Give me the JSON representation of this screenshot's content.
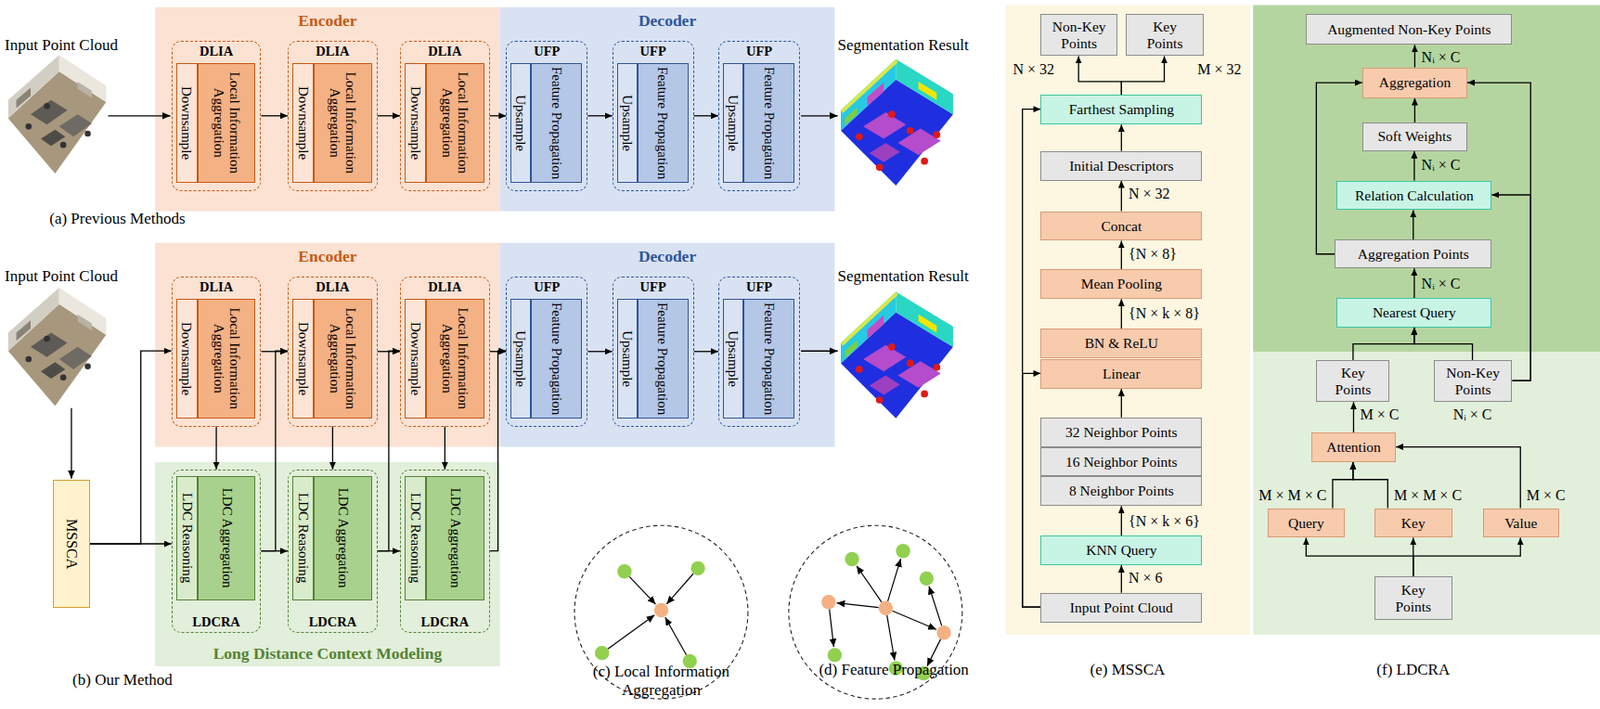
{
  "diagram": {
    "nodes": [
      {
        "text": [
          "Encoder"
        ]
      },
      {
        "text": [
          "DLIA"
        ],
        "in": 0
      },
      {
        "text": [
          "Downsample"
        ],
        "in": 1
      },
      {
        "text": [
          "Local Information Aggregation"
        ],
        "in": 1
      },
      {
        "text": [
          "DLIA"
        ],
        "in": 0
      },
      {
        "text": [
          "Downsample"
        ],
        "in": 4
      },
      {
        "text": [
          "Local Information Aggregation"
        ],
        "in": 4
      },
      {
        "text": [
          "DLIA"
        ],
        "in": 0
      },
      {
        "text": [
          "Downsample"
        ],
        "in": 7
      },
      {
        "text": [
          "Local Information Aggregation"
        ],
        "in": 7
      },
      {
        "text": [
          "Decoder"
        ]
      },
      {
        "text": [
          "UFP"
        ],
        "in": 10
      },
      {
        "text": [
          "Upsample"
        ],
        "in": 11
      },
      {
        "text": [
          "Feature Propagation"
        ],
        "in": 11
      },
      {
        "text": [
          "UFP"
        ],
        "in": 10
      },
      {
        "text": [
          "Upsample"
        ],
        "in": 14
      },
      {
        "text": [
          "Feature Propagation"
        ],
        "in": 14
      },
      {
        "text": [
          "UFP"
        ],
        "in": 10
      },
      {
        "text": [
          "Upsample"
        ],
        "in": 17
      },
      {
        "text": [
          "Feature Propagation"
        ],
        "in": 17
      },
      {
        "text": [
          "Encoder"
        ]
      },
      {
        "text": [
          "DLIA"
        ],
        "in": 20
      },
      {
        "text": [
          "Downsample"
        ],
        "in": 21
      },
      {
        "text": [
          "Local Information Aggregation"
        ],
        "in": 21
      },
      {
        "text": [
          "DLIA"
        ],
        "in": 20
      },
      {
        "text": [
          "Downsample"
        ],
        "in": 24
      },
      {
        "text": [
          "Local Information Aggregation"
        ],
        "in": 24
      },
      {
        "text": [
          "DLIA"
        ],
        "in": 20
      },
      {
        "text": [
          "Downsample"
        ],
        "in": 27
      },
      {
        "text": [
          "Local Information Aggregation"
        ],
        "in": 27
      },
      {
        "text": [
          "Decoder"
        ]
      },
      {
        "text": [
          "UFP"
        ],
        "in": 30
      },
      {
        "text": [
          "Upsample"
        ],
        "in": 31
      },
      {
        "text": [
          "Feature Propagation"
        ],
        "in": 31
      },
      {
        "text": [
          "UFP"
        ],
        "in": 30
      },
      {
        "text": [
          "Upsample"
        ],
        "in": 34
      },
      {
        "text": [
          "Feature Propagation"
        ],
        "in": 34
      },
      {
        "text": [
          "UFP"
        ],
        "in": 30
      },
      {
        "text": [
          "Upsample"
        ],
        "in": 37
      },
      {
        "text": [
          "Feature Propagation"
        ],
        "in": 37
      },
      {
        "text": [
          "Long Distance Context Modeling"
        ]
      },
      {
        "text": [
          "LDCRA"
        ],
        "in": 40
      },
      {
        "text": [
          "LDC Reasoning"
        ],
        "in": 41
      },
      {
        "text": [
          "LDC Aggregation"
        ],
        "in": 41
      },
      {
        "text": [
          "LDCRA"
        ],
        "in": 40
      },
      {
        "text": [
          "LDC Reasoning"
        ],
        "in": 44
      },
      {
        "text": [
          "LDC Aggregation"
        ],
        "in": 44
      },
      {
        "text": [
          "LDCRA"
        ],
        "in": 40
      },
      {
        "text": [
          "LDC Reasoning"
        ],
        "in": 47
      },
      {
        "text": [
          "LDC Aggregation"
        ],
        "in": 47
      },
      {
        "text": [
          "MSSCA"
        ]
      },
      {
        "text": [
          "Non-Key Points"
        ]
      },
      {
        "text": [
          "Key Points"
        ]
      },
      {
        "text": [
          "Farthest Sampling"
        ]
      },
      {
        "text": [
          "Initial Descriptors"
        ]
      },
      {
        "text": [
          "Concat"
        ]
      },
      {
        "text": [
          "Mean Pooling"
        ]
      },
      {
        "text": [
          "BN & ReLU"
        ]
      },
      {
        "text": [
          "Linear"
        ]
      },
      {
        "text": [
          "32 Neighbor Points"
        ]
      },
      {
        "text": [
          "16 Neighbor Points"
        ]
      },
      {
        "text": [
          "8 Neighbor Points"
        ]
      },
      {
        "text": [
          "KNN Query"
        ]
      },
      {
        "text": [
          "Input Point Cloud"
        ]
      },
      {
        "text": [
          "Augmented Non-Key Points"
        ]
      },
      {
        "text": [
          "Aggregation"
        ]
      },
      {
        "text": [
          "Soft Weights"
        ]
      },
      {
        "text": [
          "Relation Calculation"
        ]
      },
      {
        "text": [
          "Aggregation Points"
        ]
      },
      {
        "text": [
          "Nearest Query"
        ]
      },
      {
        "text": [
          "Key Points"
        ]
      },
      {
        "text": [
          "Non-Key Points"
        ]
      },
      {
        "text": [
          "Attention"
        ]
      },
      {
        "text": [
          "Query"
        ]
      },
      {
        "text": [
          "Key"
        ]
      },
      {
        "text": [
          "Value"
        ]
      },
      {
        "text": [
          "Key Points"
        ]
      }
    ],
    "edges": [
      {
        "from": 1,
        "to": 4,
        "arrow": "to"
      },
      {
        "from": 4,
        "to": 7,
        "arrow": "to"
      },
      {
        "from": 7,
        "to": 11,
        "arrow": "to"
      },
      {
        "from": 11,
        "to": 14,
        "arrow": "to"
      },
      {
        "from": 14,
        "to": 17,
        "arrow": "to"
      },
      {
        "from": 21,
        "to": 24,
        "arrow": "to"
      },
      {
        "from": 24,
        "to": 27,
        "arrow": "to"
      },
      {
        "from": 27,
        "to": 31,
        "arrow": "to"
      },
      {
        "from": 31,
        "to": 34,
        "arrow": "to"
      },
      {
        "from": 34,
        "to": 37,
        "arrow": "to"
      },
      {
        "from": 50,
        "to": 41,
        "arrow": "to"
      },
      {
        "from": 50,
        "to": 21,
        "arrow": "to"
      },
      {
        "from": 21,
        "to": 41,
        "arrow": "to"
      },
      {
        "from": 41,
        "to": 44,
        "arrow": "to"
      },
      {
        "from": 41,
        "to": 24,
        "arrow": "to"
      },
      {
        "from": 24,
        "to": 44,
        "arrow": "to"
      },
      {
        "from": 44,
        "to": 47,
        "arrow": "to"
      },
      {
        "from": 44,
        "to": 27,
        "arrow": "to"
      },
      {
        "from": 27,
        "to": 47,
        "arrow": "to"
      },
      {
        "from": 47,
        "to": 31,
        "arrow": "to"
      },
      {
        "from": 63,
        "to": 62,
        "arrow": "to"
      },
      {
        "from": 62,
        "to": 61,
        "arrow": "to"
      },
      {
        "from": 59,
        "to": 58,
        "arrow": "to"
      },
      {
        "from": 57,
        "to": 56,
        "arrow": "to"
      },
      {
        "from": 56,
        "to": 55,
        "arrow": "to"
      },
      {
        "from": 55,
        "to": 54,
        "arrow": "to"
      },
      {
        "from": 54,
        "to": 53,
        "arrow": "to"
      },
      {
        "from": 53,
        "to": 51,
        "arrow": "to"
      },
      {
        "from": 53,
        "to": 52,
        "arrow": "to"
      },
      {
        "from": 63,
        "to": 53,
        "arrow": "to"
      },
      {
        "from": 63,
        "to": 58,
        "arrow": "to"
      },
      {
        "from": 76,
        "to": 73,
        "arrow": "to"
      },
      {
        "from": 76,
        "to": 74,
        "arrow": "to"
      },
      {
        "from": 76,
        "to": 75,
        "arrow": "to"
      },
      {
        "from": 73,
        "to": 72,
        "arrow": "to"
      },
      {
        "from": 74,
        "to": 72,
        "arrow": "to"
      },
      {
        "from": 75,
        "to": 72,
        "arrow": "to"
      },
      {
        "from": 72,
        "to": 70,
        "arrow": "to"
      },
      {
        "from": 70,
        "to": 69,
        "arrow": "to"
      },
      {
        "from": 71,
        "to": 69,
        "arrow": "to"
      },
      {
        "from": 69,
        "to": 68,
        "arrow": "to"
      },
      {
        "from": 68,
        "to": 67,
        "arrow": "to"
      },
      {
        "from": 68,
        "to": 65,
        "arrow": "to"
      },
      {
        "from": 71,
        "to": 67,
        "arrow": "to"
      },
      {
        "from": 71,
        "to": 65,
        "arrow": "to"
      },
      {
        "from": 67,
        "to": 66,
        "arrow": "to"
      },
      {
        "from": 66,
        "to": 65,
        "arrow": "to"
      },
      {
        "from": 65,
        "to": 64,
        "arrow": "to"
      }
    ],
    "labels": [
      "Input Point Cloud",
      "Segmentation Result",
      "(a) Previous Methods",
      "Input Point Cloud",
      "Segmentation Result",
      "(b) Our Method",
      "(c) Local Information Aggregation",
      "(d) Feature Propagation",
      "N × 32",
      "M × 32",
      "N × 32",
      "{N × 8}",
      "{N × k × 8}",
      "{N × k × 6}",
      "N × 6",
      "(e) MSSCA",
      "Nᵢ × C",
      "Nᵢ × C",
      "Nᵢ × C",
      "M × C",
      "Nᵢ × C",
      "M × M × C",
      "M × M × C",
      "M × C",
      "(f) LDCRA"
    ]
  }
}
